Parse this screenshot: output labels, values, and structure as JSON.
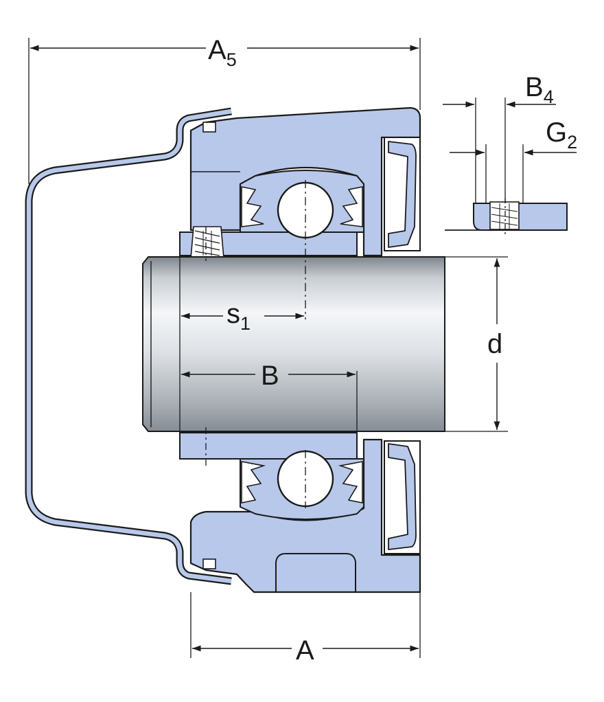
{
  "labels": {
    "A5": {
      "main": "A",
      "sub": "5"
    },
    "B4": {
      "main": "B",
      "sub": "4"
    },
    "G2": {
      "main": "G",
      "sub": "2"
    },
    "s1": {
      "main": "s",
      "sub": "1"
    },
    "B": {
      "main": "B"
    },
    "d": {
      "main": "d"
    },
    "A": {
      "main": "A"
    }
  },
  "colors": {
    "housing_fill": "#b7c8ea",
    "outline": "#1a1a1a",
    "shaft_light": "#f2f4f6",
    "shaft_dark": "#8d9298",
    "ball_fill": "#ffffff",
    "cover_fill": "#b7c8ea",
    "background": "#ffffff"
  }
}
